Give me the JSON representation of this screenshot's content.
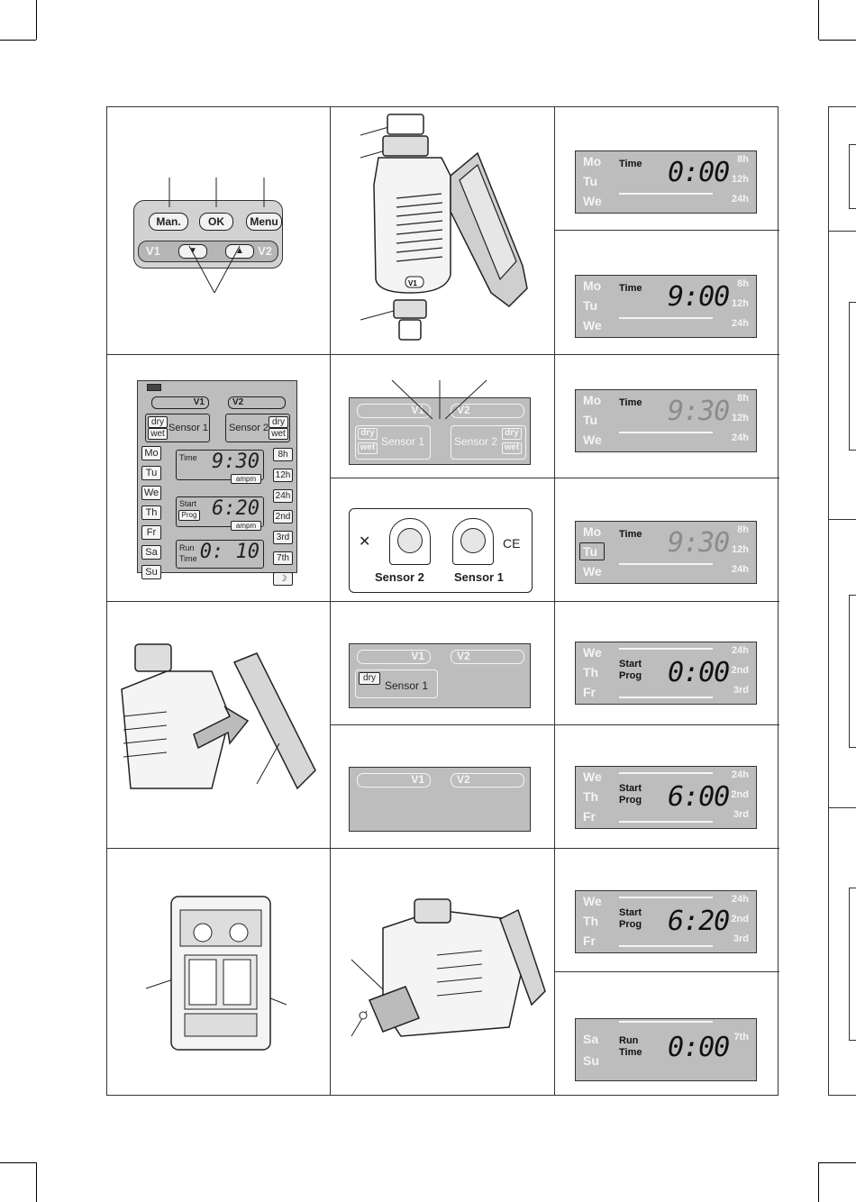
{
  "keypad": {
    "man": "Man.",
    "ok": "OK",
    "menu": "Menu",
    "v1": "V1",
    "v2": "V2",
    "down": "▼",
    "up": "▲"
  },
  "valve_label": "V1",
  "full_display": {
    "v1": "V1",
    "v2": "V2",
    "sensor1": "Sensor 1",
    "sensor2": "Sensor 2",
    "dry": "dry",
    "wet": "wet",
    "days": [
      "Mo",
      "Tu",
      "We",
      "Th",
      "Fr",
      "Sa",
      "Su"
    ],
    "time_label": "Time",
    "time_value": "9:30",
    "ampm": "ampm",
    "start_label": "Start",
    "prog_label": "Prog",
    "start_value": "6:20",
    "run_label": "Run",
    "run_time_label": "Time",
    "run_value": "0: 10",
    "intervals": [
      "8h",
      "12h",
      "24h",
      "2nd",
      "3rd",
      "7th"
    ],
    "moon": "☽"
  },
  "sensor_connect": {
    "v1": "V1",
    "v2": "V2",
    "sensor1": "Sensor 1",
    "sensor2": "Sensor 2",
    "dry": "dry",
    "wet": "wet"
  },
  "socket_panel": {
    "sensor2": "Sensor 2",
    "sensor1": "Sensor 1",
    "ce": "CE"
  },
  "mini_display_1": {
    "v1": "V1",
    "v2": "V2",
    "dry": "dry",
    "sensor1": "Sensor 1"
  },
  "mini_display_2": {
    "v1": "V1",
    "v2": "V2"
  },
  "lcd_screens": [
    {
      "days": [
        "Mo",
        "Tu",
        "We"
      ],
      "label1": "Time",
      "label2": "",
      "value": "0:00",
      "hours": [
        "8h",
        "12h",
        "24h"
      ]
    },
    {
      "days": [
        "Mo",
        "Tu",
        "We"
      ],
      "label1": "Time",
      "label2": "",
      "value": "9:00",
      "hours": [
        "8h",
        "12h",
        "24h"
      ]
    },
    {
      "days": [
        "Mo",
        "Tu",
        "We"
      ],
      "label1": "Time",
      "label2": "",
      "value": "9:30",
      "hours": [
        "8h",
        "12h",
        "24h"
      ]
    },
    {
      "days": [
        "Mo",
        "Tu",
        "We"
      ],
      "label1": "Time",
      "label2": "",
      "value": "9:30",
      "hours": [
        "8h",
        "12h",
        "24h"
      ]
    },
    {
      "days": [
        "We",
        "Th",
        "Fr"
      ],
      "label1": "Start",
      "label2": "Prog",
      "value": "0:00",
      "hours": [
        "24h",
        "2nd",
        "3rd"
      ]
    },
    {
      "days": [
        "We",
        "Th",
        "Fr"
      ],
      "label1": "Start",
      "label2": "Prog",
      "value": "6:00",
      "hours": [
        "24h",
        "2nd",
        "3rd"
      ]
    },
    {
      "days": [
        "We",
        "Th",
        "Fr"
      ],
      "label1": "Start",
      "label2": "Prog",
      "value": "6:20",
      "hours": [
        "24h",
        "2nd",
        "3rd"
      ]
    },
    {
      "days": [
        "Sa",
        "Su"
      ],
      "label1": "Run",
      "label2": "Time",
      "value": "0:00",
      "hours": [
        "7th"
      ]
    }
  ],
  "colors": {
    "lcd_bg": "#bdbdbd",
    "lcd_text": "#f4f4f4",
    "digits": "#111111"
  }
}
